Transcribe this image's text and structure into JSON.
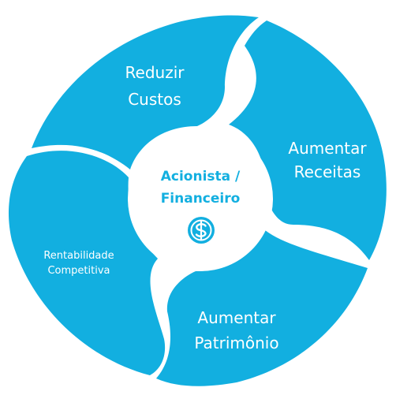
{
  "colors": {
    "petal": "#12afe0",
    "accent": "#12afe0",
    "background": "#ffffff"
  },
  "hub": {
    "title_line1": "Acionista /",
    "title_line2": "Financeiro",
    "icon": "dollar-coin-icon"
  },
  "segments": [
    {
      "id": "top",
      "line1": "Reduzir",
      "line2": "Custos"
    },
    {
      "id": "right",
      "line1": "Aumentar",
      "line2": "Receitas"
    },
    {
      "id": "bottom",
      "line1": "Aumentar",
      "line2": "Patrimônio"
    },
    {
      "id": "left",
      "line1": "Rentabilidade",
      "line2": "Competitiva"
    }
  ]
}
